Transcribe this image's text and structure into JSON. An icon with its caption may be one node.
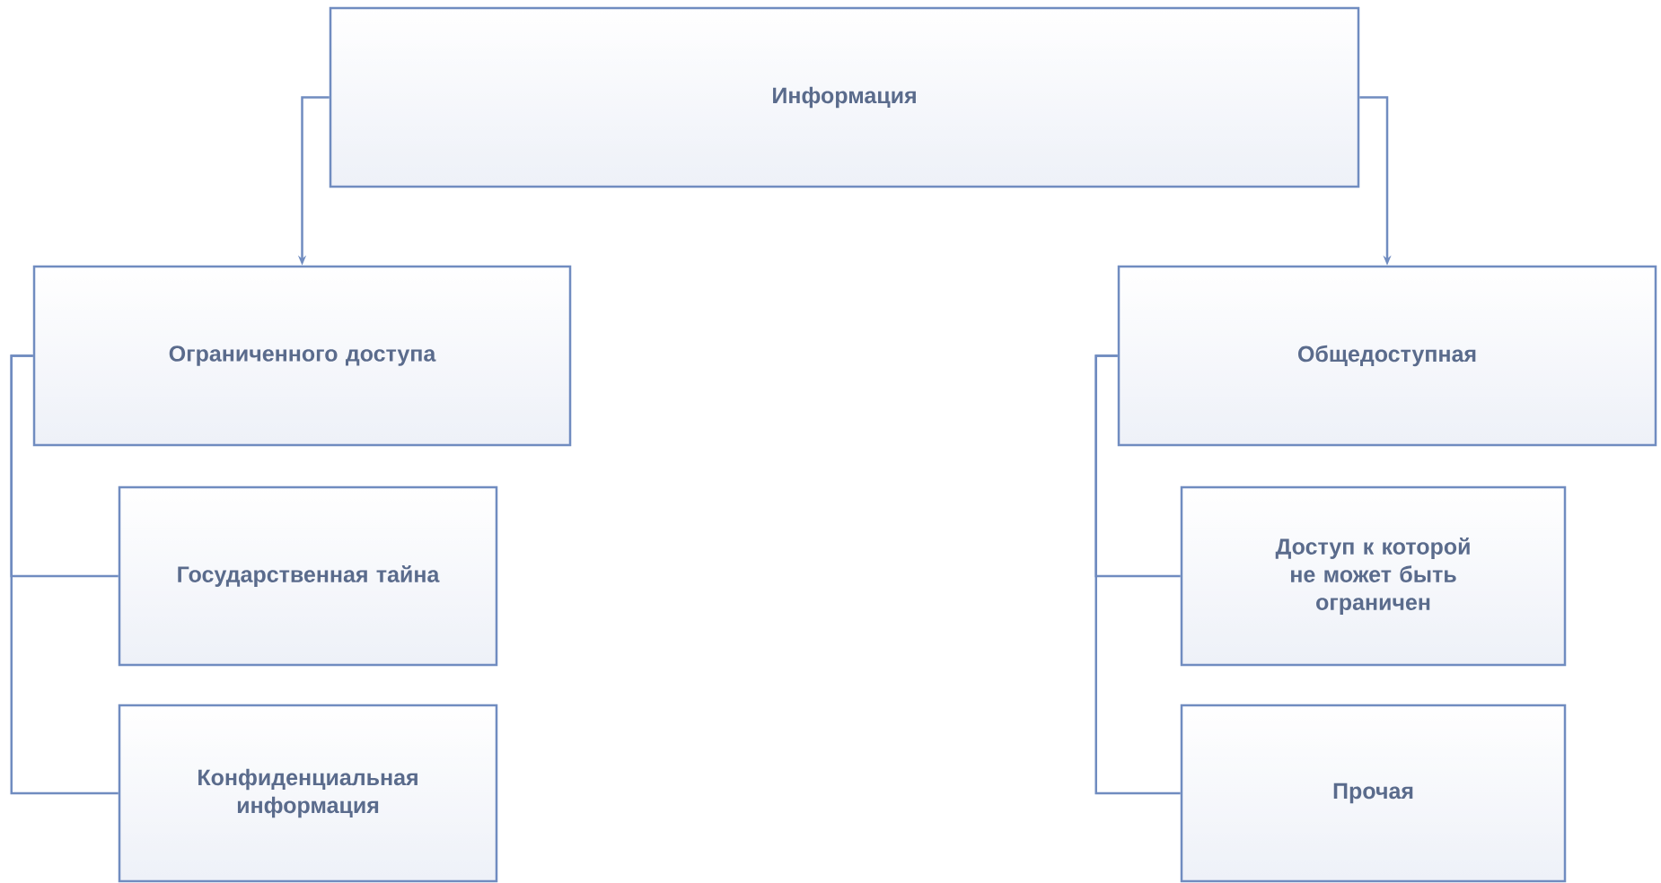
{
  "diagram": {
    "nodes": [
      {
        "text": [
          "Информация"
        ]
      },
      {
        "text": [
          "Ограниченного доступа"
        ]
      },
      {
        "text": [
          "Общедоступная"
        ]
      },
      {
        "text": [
          "Государственная тайна"
        ]
      },
      {
        "text": [
          "Конфиденциальная информация"
        ]
      },
      {
        "text": [
          "Доступ к которой не может быть ограничен"
        ]
      },
      {
        "text": [
          "Прочая"
        ]
      }
    ],
    "edges": [
      {
        "from": 0,
        "to": 1,
        "arrow": "to"
      },
      {
        "from": 0,
        "to": 2,
        "arrow": "to"
      },
      {
        "from": 1,
        "to": 3,
        "arrow": "none"
      },
      {
        "from": 1,
        "to": 4,
        "arrow": "none"
      },
      {
        "from": 2,
        "to": 5,
        "arrow": "none"
      },
      {
        "from": 2,
        "to": 6,
        "arrow": "none"
      }
    ]
  }
}
